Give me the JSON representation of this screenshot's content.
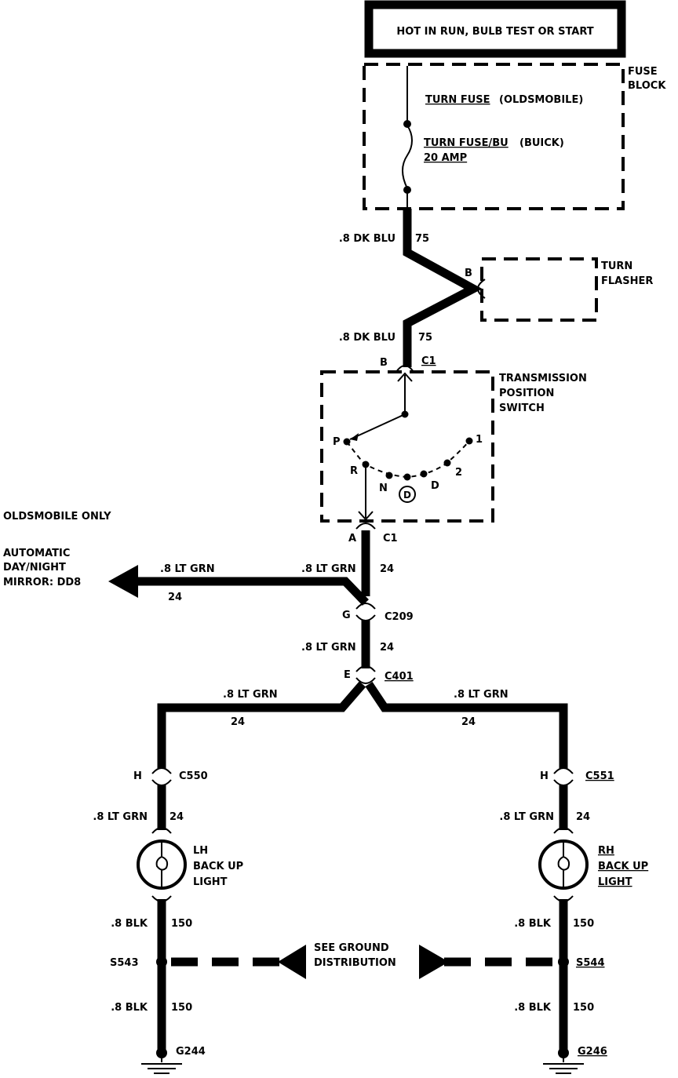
{
  "header": {
    "power": "HOT IN RUN, BULB TEST OR START"
  },
  "fuse_block": {
    "label1": "FUSE",
    "label2": "BLOCK",
    "fuse_olds": "TURN FUSE",
    "fuse_olds_note": "(OLDSMOBILE)",
    "fuse_buick": "TURN FUSE/BU",
    "fuse_buick_note": "(BUICK)",
    "rating": "20 AMP"
  },
  "wires": {
    "top_upper": {
      "gauge": ".8 DK BLU",
      "circuit": "75"
    },
    "top_lower": {
      "gauge": ".8 DK BLU",
      "circuit": "75"
    },
    "below_switch": {
      "circuit": "24"
    },
    "mirror_left": {
      "gauge": ".8 LT GRN",
      "circuit": "24"
    },
    "mirror_right": {
      "gauge": ".8 LT GRN"
    },
    "mid": {
      "gauge": ".8 LT GRN",
      "circuit": "24"
    },
    "lh_branch": {
      "gauge": ".8 LT GRN",
      "circuit": "24"
    },
    "rh_branch": {
      "gauge": ".8 LT GRN",
      "circuit": "24"
    },
    "lh_lamp_feed": {
      "gauge": ".8 LT GRN",
      "circuit": "24"
    },
    "rh_lamp_feed": {
      "gauge": ".8 LT GRN",
      "circuit": "24"
    },
    "lh_ground1": {
      "gauge": ".8 BLK",
      "circuit": "150"
    },
    "rh_ground1": {
      "gauge": ".8 BLK",
      "circuit": "150"
    },
    "lh_ground2": {
      "gauge": ".8 BLK",
      "circuit": "150"
    },
    "rh_ground2": {
      "gauge": ".8 BLK",
      "circuit": "150"
    }
  },
  "turn_flasher": {
    "label1": "TURN",
    "label2": "FLASHER",
    "pin": "B"
  },
  "switch": {
    "label1": "TRANSMISSION",
    "label2": "POSITION",
    "label3": "SWITCH",
    "pin_top": "B",
    "conn_top": "C1",
    "pin_bottom": "A",
    "conn_bottom": "C1",
    "positions": {
      "p": "P",
      "r": "R",
      "n": "N",
      "d": "D",
      "two": "2",
      "one": "1",
      "circle": "D"
    }
  },
  "notes": {
    "olds_only": "OLDSMOBILE ONLY",
    "mirror1": "AUTOMATIC",
    "mirror2": "DAY/NIGHT",
    "mirror3": "MIRROR:  DD8"
  },
  "connectors": {
    "c209": {
      "pin": "G",
      "name": "C209"
    },
    "c401": {
      "pin": "E",
      "name": "C401"
    },
    "c550": {
      "pin": "H",
      "name": "C550"
    },
    "c551": {
      "pin": "H",
      "name": "C551"
    }
  },
  "lamps": {
    "lh": {
      "l1": "LH",
      "l2": "BACK UP",
      "l3": "LIGHT"
    },
    "rh": {
      "l1": "RH",
      "l2": "BACK UP",
      "l3": "LIGHT"
    }
  },
  "splices": {
    "lh": "S543",
    "rh": "S544"
  },
  "ground_note": {
    "l1": "SEE GROUND",
    "l2": "DISTRIBUTION"
  },
  "grounds": {
    "lh": "G244",
    "rh": "G246"
  }
}
